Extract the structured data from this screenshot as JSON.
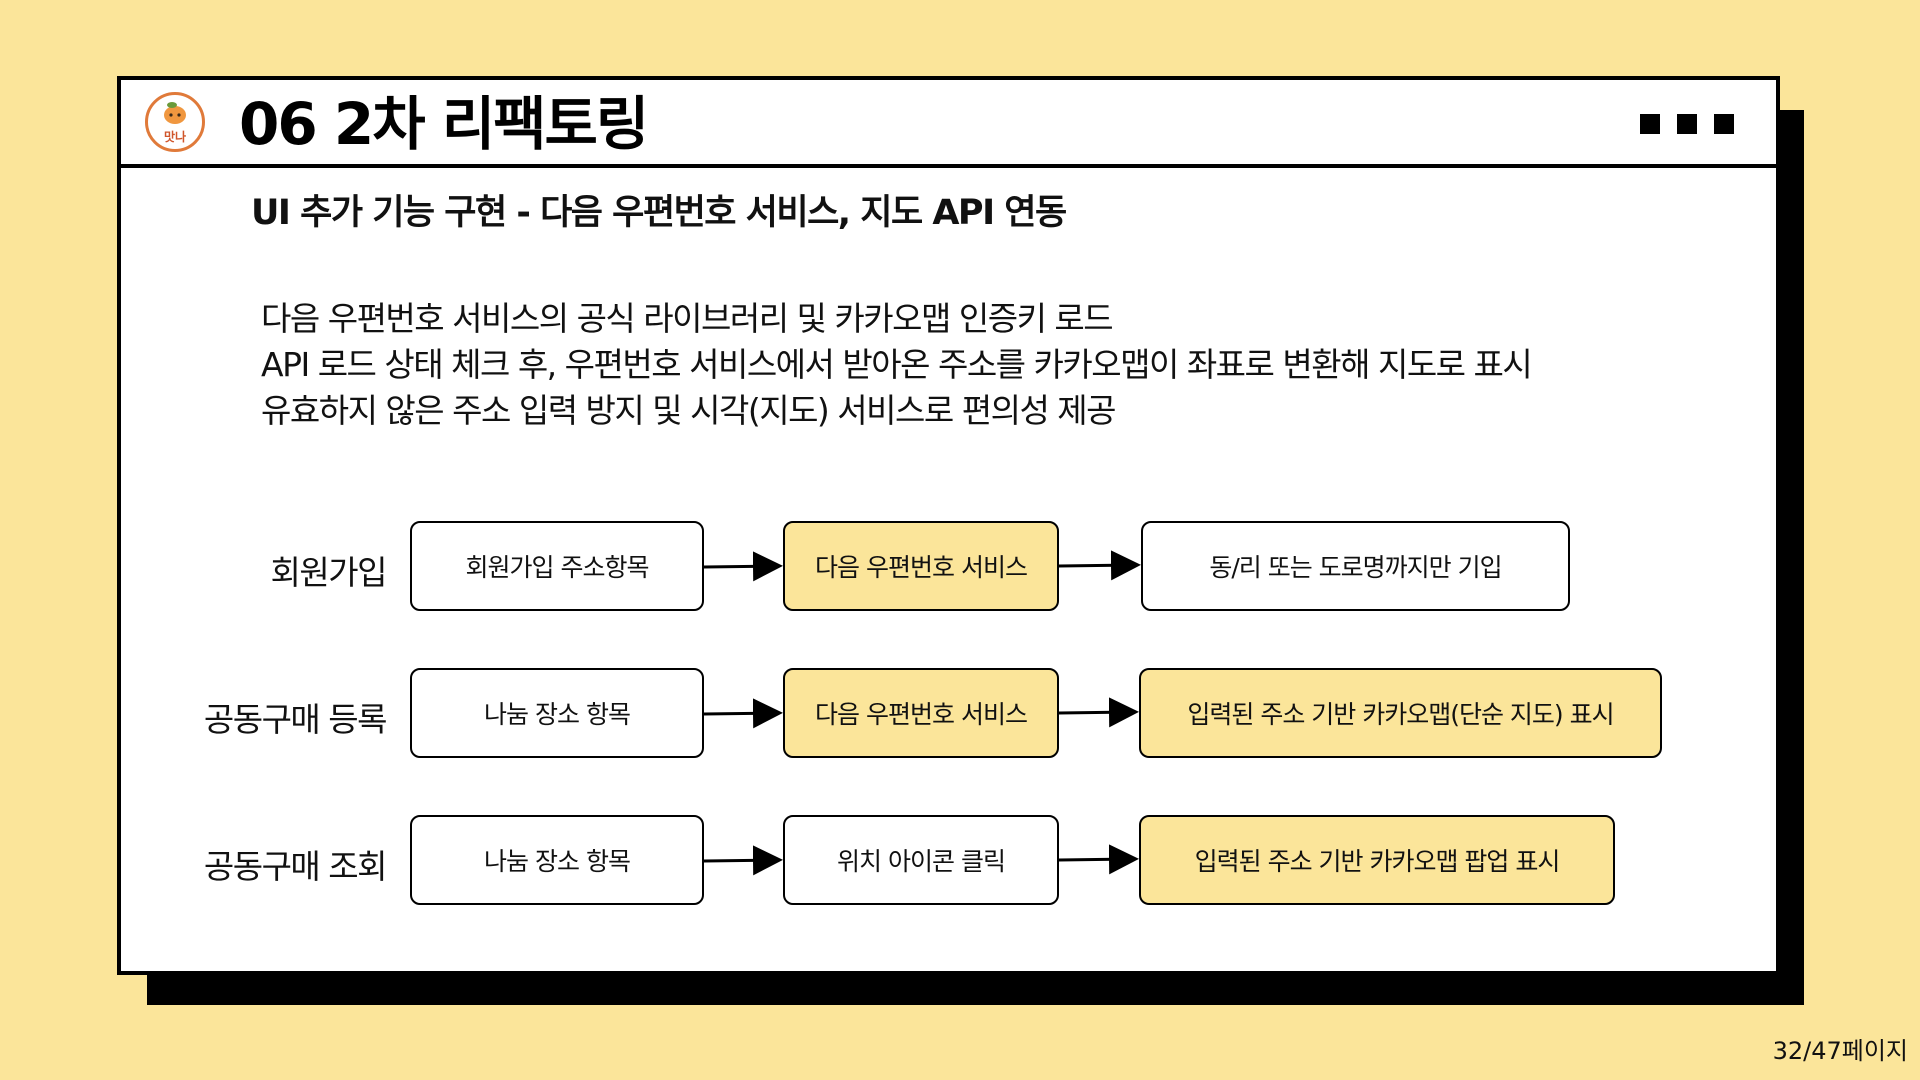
{
  "header": {
    "logo_text": "맛나",
    "title": "06  2차 리팩토링"
  },
  "subtitle": "UI 추가 기능 구현 - 다음 우편번호 서비스, 지도 API 연동",
  "description": [
    "다음 우편번호 서비스의 공식 라이브러리 및 카카오맵 인증키 로드",
    "API 로드 상태 체크 후, 우편번호 서비스에서 받아온 주소를 카카오맵이 좌표로 변환해 지도로 표시",
    "유효하지 않은 주소 입력 방지 및 시각(지도) 서비스로 편의성 제공"
  ],
  "flows": [
    {
      "label": "회원가입",
      "steps": [
        "회원가입 주소항목",
        "다음 우편번호 서비스",
        "동/리 또는 도로명까지만 기입"
      ]
    },
    {
      "label": "공동구매 등록",
      "steps": [
        "나눔 장소 항목",
        "다음 우편번호 서비스",
        "입력된 주소 기반 카카오맵(단순 지도) 표시"
      ]
    },
    {
      "label": "공동구매 조회",
      "steps": [
        "나눔 장소 항목",
        "위치 아이콘 클릭",
        "입력된 주소 기반 카카오맵 팝업 표시"
      ]
    }
  ],
  "footer": {
    "page_indicator": "32/47페이지"
  },
  "colors": {
    "background": "#fbe59a",
    "highlight_box": "#fbe59a",
    "logo_accent": "#e07a3a"
  }
}
